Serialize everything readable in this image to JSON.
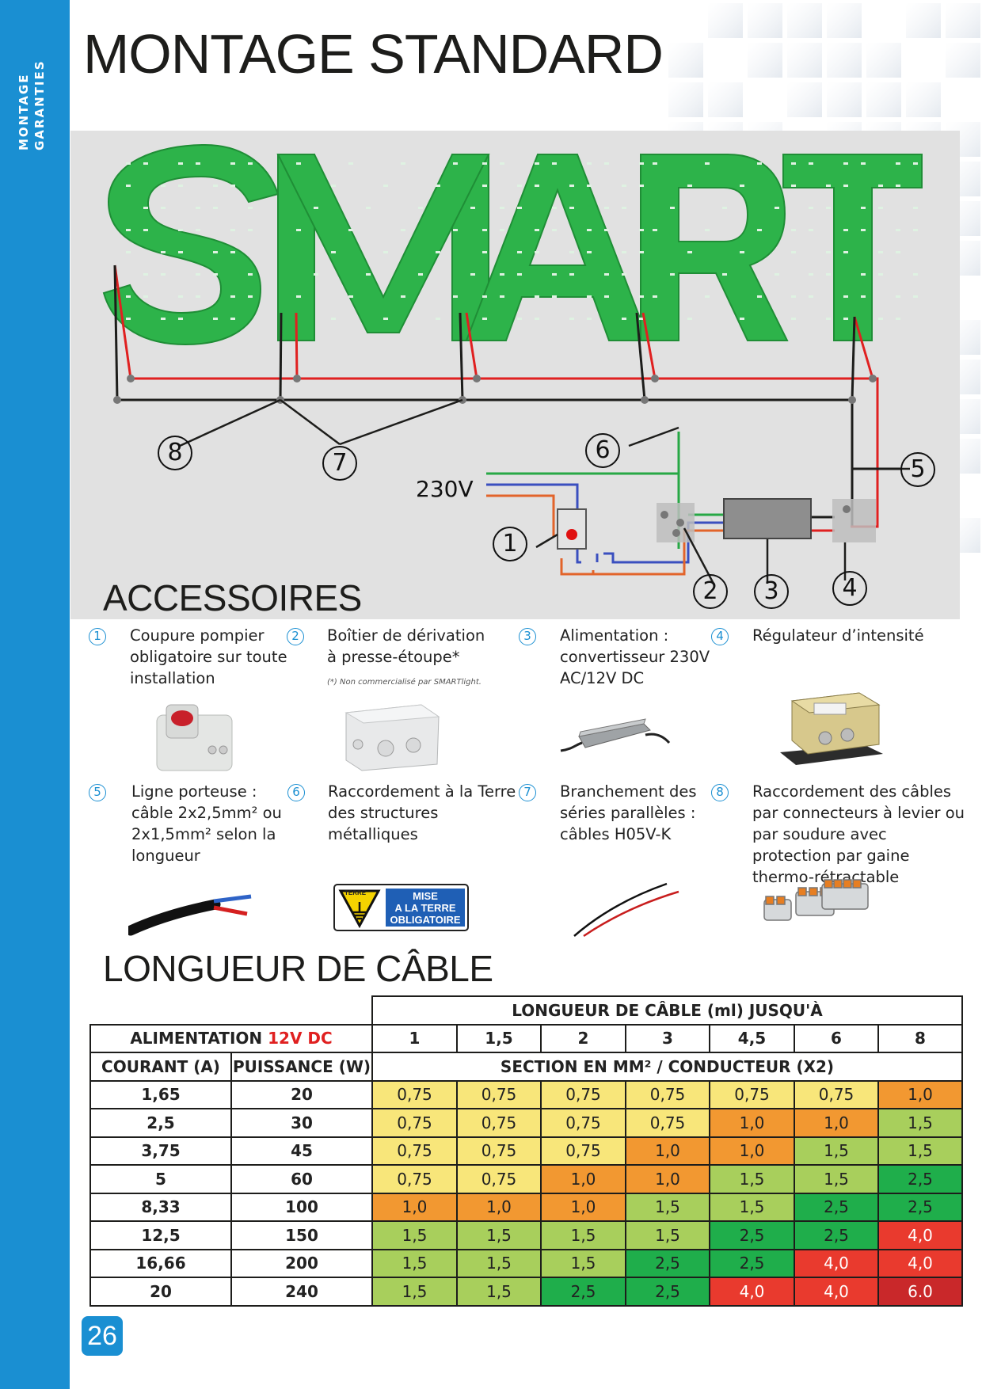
{
  "sidebar": {
    "line1": "MONTAGE",
    "line2": "GARANTIES"
  },
  "page_number": "26",
  "title": "MONTAGE STANDARD",
  "diagram": {
    "word": "SMART",
    "voltage_label": "230V",
    "callouts": [
      "1",
      "2",
      "3",
      "4",
      "5",
      "6",
      "7",
      "8"
    ],
    "colors": {
      "letters": "#2db34a",
      "positive": "#e02020",
      "negative": "#1d1d1b",
      "earth": "#27a845",
      "neutral": "#3a4fbf",
      "live": "#e2642a"
    }
  },
  "accessories": {
    "title": "ACCESSOIRES",
    "items": [
      {
        "num": "1",
        "text": "Coupure pompier obligatoire sur toute installation"
      },
      {
        "num": "2",
        "text": "Boîtier de dérivation à presse-étoupe*",
        "note": "(*) Non commercialisé par SMARTlight."
      },
      {
        "num": "3",
        "text": "Alimentation : convertisseur 230V AC/12V DC"
      },
      {
        "num": "4",
        "text": "Régulateur d’intensité"
      },
      {
        "num": "5",
        "text": "Ligne porteuse : câble 2x2,5mm² ou 2x1,5mm² selon la longueur"
      },
      {
        "num": "6",
        "text": "Raccordement à la Terre des structures métalliques"
      },
      {
        "num": "7",
        "text": "Branchement des séries parallèles : câbles H05V-K"
      },
      {
        "num": "8",
        "text": "Raccordement des câbles par connecteurs à levier ou par soudure avec protection par gaine thermo-rétractable"
      }
    ],
    "earth_sign": {
      "left": "TERRE",
      "right_lines": [
        "MISE",
        "A LA TERRE",
        "OBLIGATOIRE"
      ]
    }
  },
  "cable_length": {
    "title": "LONGUEUR DE CÂBLE",
    "header_top": "LONGUEUR DE CÂBLE (ml) JUSQU'À",
    "alim_label": "ALIMENTATION",
    "alim_value": "12V DC",
    "lengths": [
      "1",
      "1,5",
      "2",
      "3",
      "4,5",
      "6",
      "8"
    ],
    "col_courant": "COURANT (A)",
    "col_puissance": "PUISSANCE (W)",
    "section_header": "SECTION EN MM² / CONDUCTEUR (X2)",
    "rows": [
      {
        "courant": "1,65",
        "puissance": "20",
        "values": [
          "0,75",
          "0,75",
          "0,75",
          "0,75",
          "0,75",
          "0,75",
          "1,0"
        ]
      },
      {
        "courant": "2,5",
        "puissance": "30",
        "values": [
          "0,75",
          "0,75",
          "0,75",
          "0,75",
          "1,0",
          "1,0",
          "1,5"
        ]
      },
      {
        "courant": "3,75",
        "puissance": "45",
        "values": [
          "0,75",
          "0,75",
          "0,75",
          "1,0",
          "1,0",
          "1,5",
          "1,5"
        ]
      },
      {
        "courant": "5",
        "puissance": "60",
        "values": [
          "0,75",
          "0,75",
          "1,0",
          "1,0",
          "1,5",
          "1,5",
          "2,5"
        ]
      },
      {
        "courant": "8,33",
        "puissance": "100",
        "values": [
          "1,0",
          "1,0",
          "1,0",
          "1,5",
          "1,5",
          "2,5",
          "2,5"
        ]
      },
      {
        "courant": "12,5",
        "puissance": "150",
        "values": [
          "1,5",
          "1,5",
          "1,5",
          "1,5",
          "2,5",
          "2,5",
          "4,0"
        ]
      },
      {
        "courant": "16,66",
        "puissance": "200",
        "values": [
          "1,5",
          "1,5",
          "1,5",
          "2,5",
          "2,5",
          "4,0",
          "4,0"
        ]
      },
      {
        "courant": "20",
        "puissance": "240",
        "values": [
          "1,5",
          "1,5",
          "2,5",
          "2,5",
          "4,0",
          "4,0",
          "6.0"
        ]
      }
    ],
    "value_colors": {
      "0,75": "#f8e67a",
      "1,0": "#f29831",
      "1,5": "#a8cf5c",
      "2,5": "#1fae4b",
      "4,0": "#e93a2e",
      "6.0": "#c9282a"
    }
  }
}
